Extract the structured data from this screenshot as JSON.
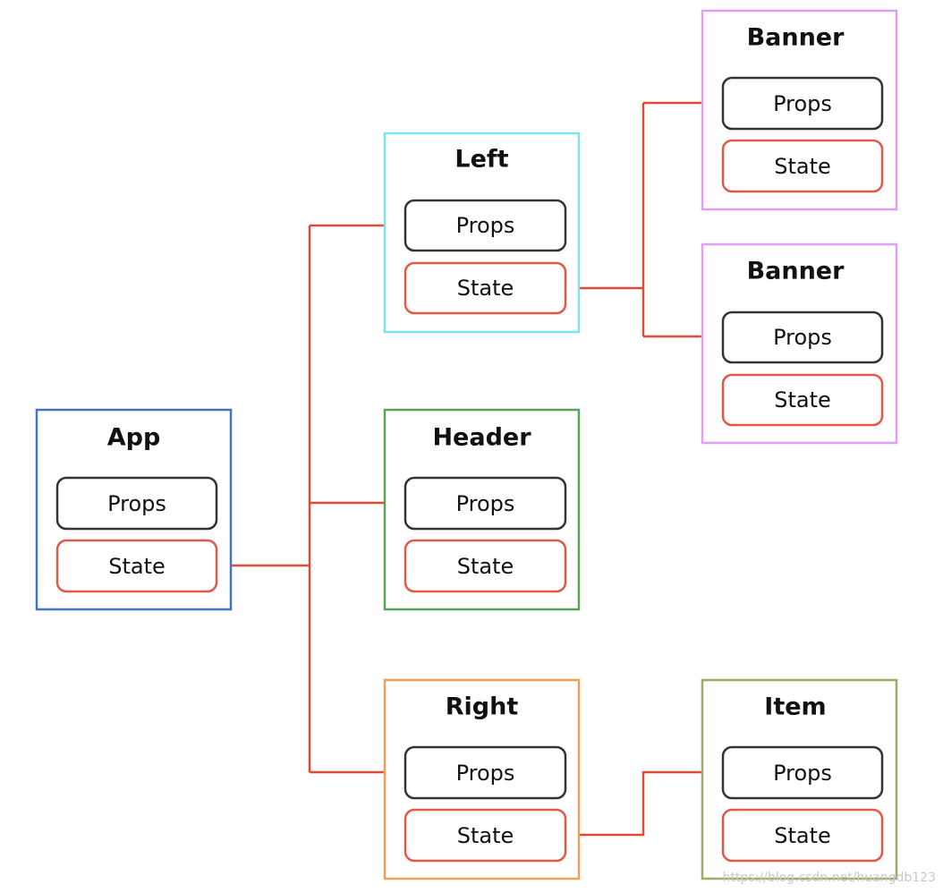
{
  "colors": {
    "arrow": "#e04a38",
    "props_border": "#333333",
    "state_border": "#e05a47",
    "app": "#4472c4",
    "left": "#7fe3ec",
    "header": "#5aa35a",
    "right": "#f0a050",
    "banner": "#dda0ee",
    "item": "#9aab6a"
  },
  "nodes": {
    "app": {
      "title": "App",
      "props": "Props",
      "state": "State"
    },
    "left": {
      "title": "Left",
      "props": "Props",
      "state": "State"
    },
    "header": {
      "title": "Header",
      "props": "Props",
      "state": "State"
    },
    "right": {
      "title": "Right",
      "props": "Props",
      "state": "State"
    },
    "banner1": {
      "title": "Banner",
      "props": "Props",
      "state": "State"
    },
    "banner2": {
      "title": "Banner",
      "props": "Props",
      "state": "State"
    },
    "item": {
      "title": "Item",
      "props": "Props",
      "state": "State"
    }
  },
  "watermark": "https://blog.csdn.net/huangdb123"
}
